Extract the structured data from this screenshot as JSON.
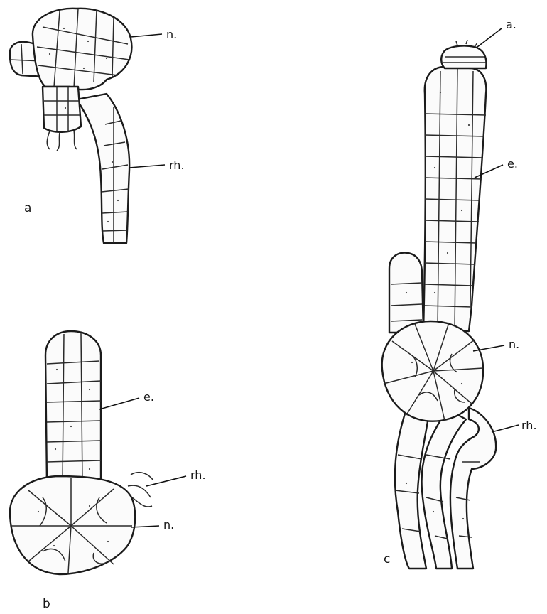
{
  "panels": [
    {
      "id": "a",
      "label": "a",
      "parts": [
        "n.",
        "rh."
      ]
    },
    {
      "id": "b",
      "label": "b",
      "parts": [
        "e.",
        "rh.",
        "n."
      ]
    },
    {
      "id": "c",
      "label": "c",
      "parts": [
        "a.",
        "e.",
        "n.",
        "rh."
      ]
    }
  ],
  "colors": {
    "ink": "#1b1b1b",
    "paper": "#ffffff"
  }
}
